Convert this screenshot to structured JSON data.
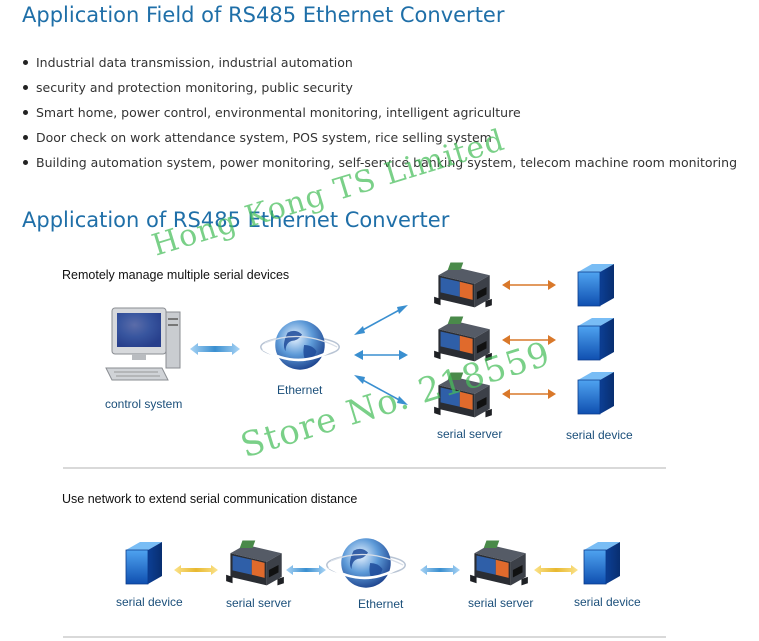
{
  "section1": {
    "title": "Application Field of RS485 Ethernet Converter",
    "bullets": [
      "Industrial data transmission, industrial automation",
      "security and protection monitoring, public security",
      "Smart home, power control, environmental monitoring, intelligent agriculture",
      "Door check on work attendance system, POS system, rice selling system",
      "Building automation system, power monitoring, self-service banking system, telecom machine room monitoring"
    ]
  },
  "section2": {
    "title": "Application of RS485 Ethernet Converter",
    "diagram1": {
      "caption": "Remotely manage multiple serial devices",
      "control_label": "control system",
      "ethernet_label": "Ethernet",
      "server_label": "serial server",
      "device_label": "serial device"
    },
    "diagram2": {
      "caption": "Use network to extend serial communication distance",
      "labels": [
        "serial device",
        "serial server",
        "Ethernet",
        "serial server",
        "serial device"
      ]
    }
  },
  "watermark": {
    "line1": "Hong Kong TS Limited",
    "line2": "Store No. 218559"
  },
  "colors": {
    "title": "#1f6fa8",
    "label": "#1b4f7a",
    "cube": "#1e6fd0",
    "blue_arrow": "#3a8fd0",
    "orange_arrow": "#d9782a",
    "yellow_arrow": "#e8b830",
    "watermark": "#46be5a"
  }
}
